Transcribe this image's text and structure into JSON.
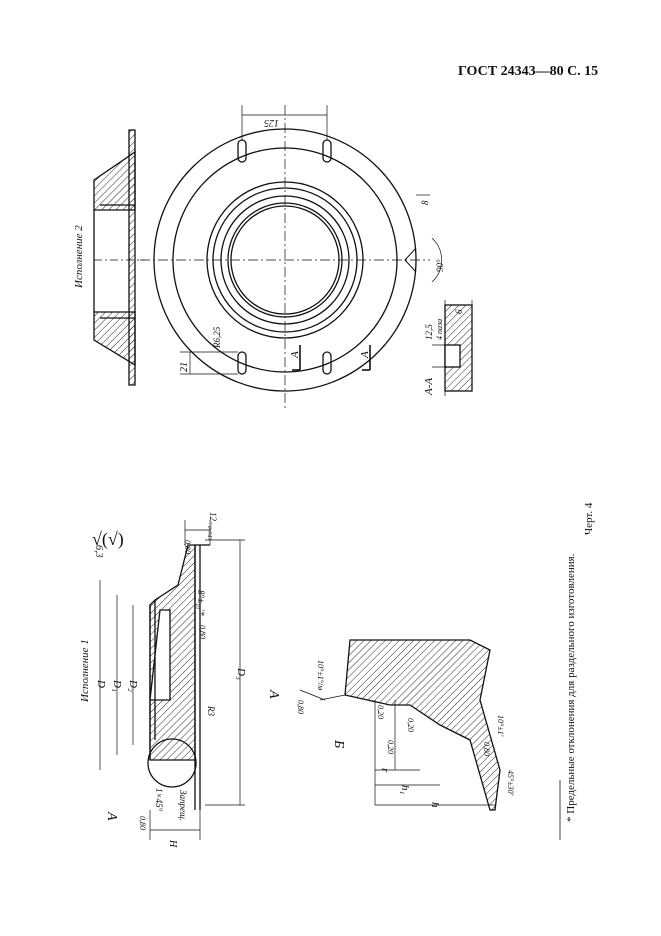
{
  "header": {
    "title": "ГОСТ 24343—80 С. 15"
  },
  "variant2": {
    "title": "Исполнение 2",
    "dim_125": "125",
    "dim_21": "21",
    "radius": "R6,25",
    "dim_8": "8",
    "angle_90": "90°",
    "section_mark": "A",
    "section_title": "A-A",
    "dim_12_5": "12,5",
    "holes_note": "4 паза",
    "dim_6": "6"
  },
  "variant1": {
    "title": "Исполнение 1",
    "roughness_main": "6,3",
    "dim_12": "12₋₀,₀₄₃",
    "roughness_080a": "0,80",
    "dim_D": "D",
    "dim_D1": "D₁",
    "dim_D2": "D₂",
    "dim_D3": "D₃",
    "angle_8": "8°±₁₀'*",
    "roughness_080b": "0,80",
    "radius_r3": "R3",
    "chamfer": "1×45°",
    "note_zapresh": "Запрещ.",
    "dim_H": "H",
    "roughness_080c": "0,80",
    "view_A": "A"
  },
  "detail": {
    "title": "A",
    "angle_10": "10°±1°/м",
    "roughness_080d": "0,80",
    "roughness_020a": "0,20",
    "mark_B": "Б",
    "roughness_020b": "0,20",
    "roughness_020c": "0,20",
    "dim_r": "r",
    "dim_h1": "h₁",
    "dim_h": "h",
    "angle_10b": "10°±1'",
    "roughness_080e": "0,80",
    "angle_45": "45°±30'"
  },
  "footnote": "* Предельные отклонения для раздельного изготовления.",
  "figure_label": "Черт. 4"
}
